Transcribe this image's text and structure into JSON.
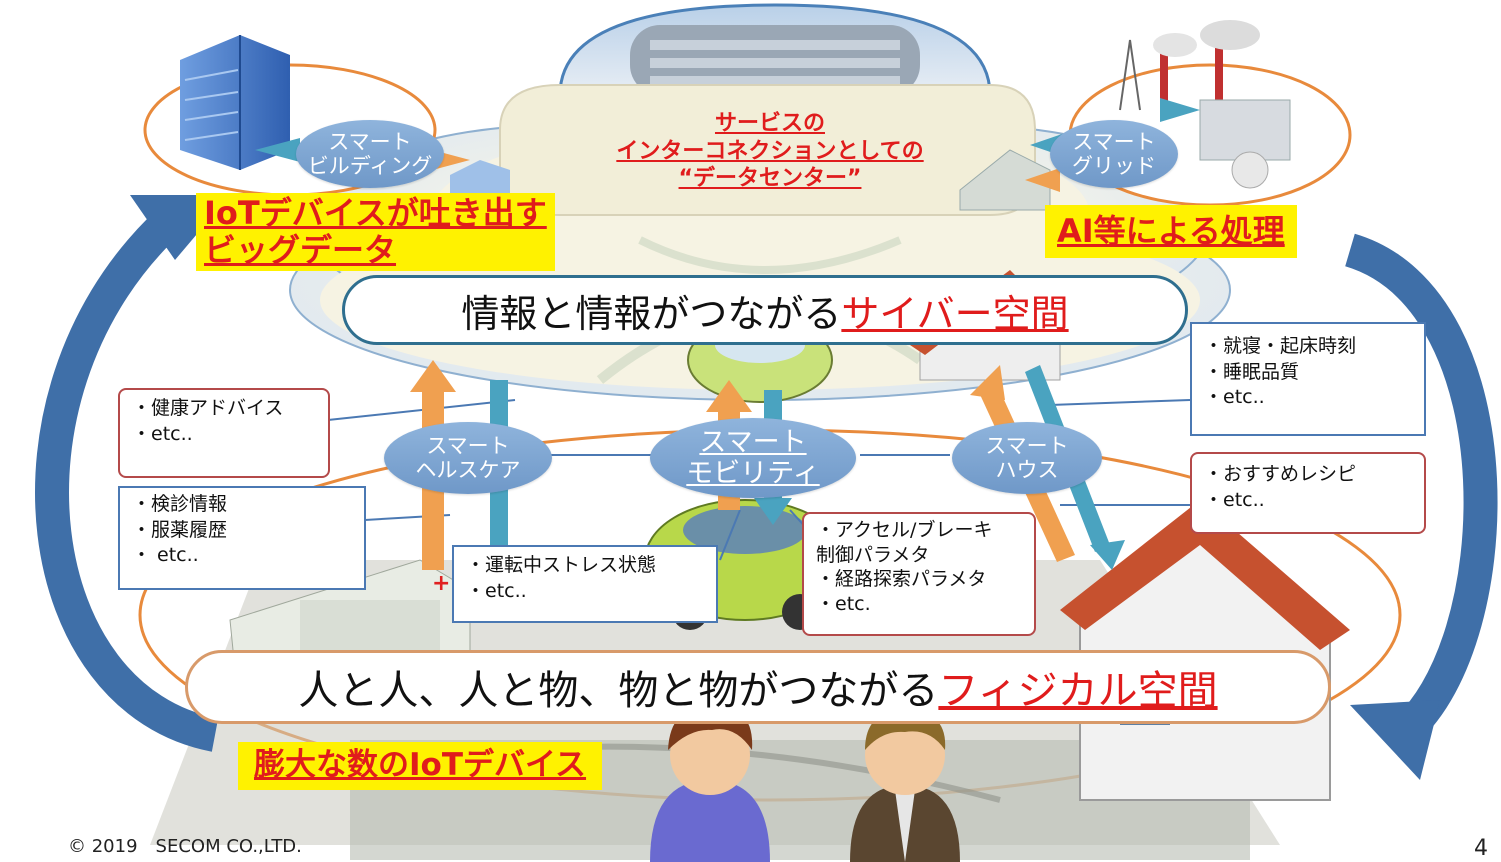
{
  "datacenter": {
    "lines": [
      "サービスの",
      "インターコネクションとしての",
      "“データセンター”"
    ]
  },
  "smart": {
    "building": [
      "スマート",
      "ビルディング"
    ],
    "grid": [
      "スマート",
      "グリッド"
    ],
    "healthcare": [
      "スマート",
      "ヘルスケア"
    ],
    "mobility": [
      "スマート",
      "モビリティ"
    ],
    "house": [
      "スマート",
      "ハウス"
    ]
  },
  "labels": {
    "iot_data": [
      "IoTデバイスが吐き出す",
      "ビッグデータ"
    ],
    "ai": "AI等による処理",
    "iot_devices": "膨大な数のIoTデバイス"
  },
  "cyber": {
    "prefix": "情報と情報がつながる",
    "highlight": "サイバー空間"
  },
  "physical": {
    "prefix": "人と人、人と物、物と物がつながる",
    "highlight": "フィジカル空間"
  },
  "boxes": {
    "health_advice": [
      "・健康アドバイス",
      "・etc.."
    ],
    "checkup": [
      "・検診情報",
      "・服薬履歴",
      "・ etc.."
    ],
    "driving_stress": [
      "・運転中ストレス状態",
      "・etc.."
    ],
    "accel": [
      "・アクセル/ブレーキ",
      "制御パラメタ",
      "・経路探索パラメタ",
      "・etc."
    ],
    "sleep": [
      "・就寝・起床時刻",
      "・睡眠品質",
      "・etc.."
    ],
    "recipe": [
      "・おすすめレシピ",
      "・etc.."
    ]
  },
  "footer": {
    "copyright": "© 2019　SECOM CO.,LTD.",
    "page": "4"
  },
  "colors": {
    "red": "#e01c1c",
    "yellow": "#fff200",
    "bubble": "#7aa3d2",
    "blue_arrow": "#3f6fa8",
    "orange_arrow": "#f0a050",
    "teal_arrow": "#4aa3c0"
  }
}
